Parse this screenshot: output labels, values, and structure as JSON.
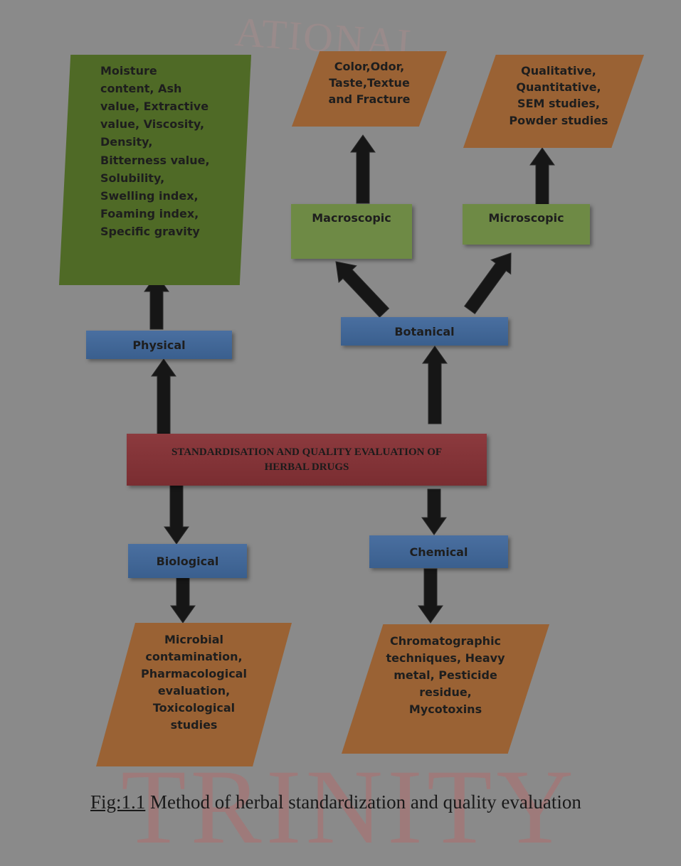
{
  "watermarks": {
    "top": "ATIONAL",
    "bottom": "TRINITY"
  },
  "root": "STANDARDISATION AND QUALITY EVALUATION OF\nHERBAL DRUGS",
  "categories": {
    "physical": "Physical",
    "botanical": "Botanical",
    "biological": "Biological",
    "chemical": "Chemical",
    "macroscopic": "Macroscopic",
    "microscopic": "Microscopic"
  },
  "details": {
    "physical": "Moisture\ncontent, Ash\nvalue, Extractive\nvalue, Viscosity,\nDensity,\nBitterness value,\nSolubility,\nSwelling index,\nFoaming index,\nSpecific gravity",
    "macroscopic": "Color,Odor,\nTaste,Textue\nand Fracture",
    "microscopic": "Qualitative,\nQuantitative,\nSEM studies,\nPowder studies",
    "biological": "Microbial\ncontamination,\nPharmacological\nevaluation,\nToxicological\nstudies",
    "chemical": "Chromatographic\ntechniques, Heavy\nmetal, Pesticide\nresidue,\nMycotoxins"
  },
  "caption": {
    "figure_no": "Fig:1.1",
    "text": " Method of herbal standardization and quality evaluation"
  },
  "colors": {
    "background": "#8a8a8a",
    "green": "#4f6a26",
    "orange": "#9a6234",
    "blue": "#3f6494",
    "red": "#83343a",
    "arrow": "#161616"
  }
}
